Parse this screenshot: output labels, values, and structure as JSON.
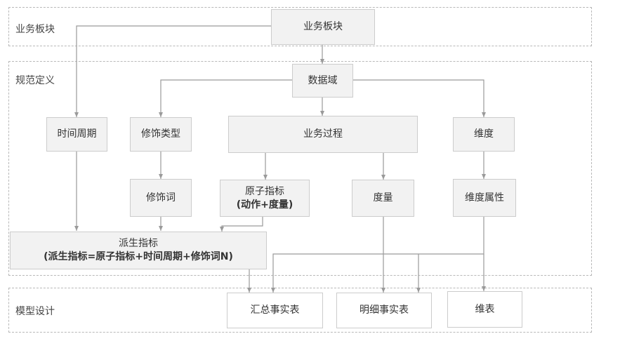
{
  "sections": {
    "business": "业务板块",
    "spec": "规范定义",
    "model": "模型设计"
  },
  "nodes": {
    "business_block": "业务板块",
    "data_domain": "数据域",
    "time_period": "时间周期",
    "modifier_type": "修饰类型",
    "business_process": "业务过程",
    "dimension": "维度",
    "modifier_word": "修饰词",
    "atomic_metric_line1": "原子指标",
    "atomic_metric_line2": "(动作+度量)",
    "measure": "度量",
    "dimension_attr": "维度属性",
    "derived_metric_line1": "派生指标",
    "derived_metric_line2": "(派生指标=原子指标+时间周期+修饰词N)",
    "summary_fact": "汇总事实表",
    "detail_fact": "明细事实表",
    "dim_table": "维表"
  },
  "colors": {
    "node_fill": "#f2f2f2",
    "node_border": "#cccccc",
    "line": "#9a9a9a",
    "dashed_border": "#b8b8b8"
  }
}
